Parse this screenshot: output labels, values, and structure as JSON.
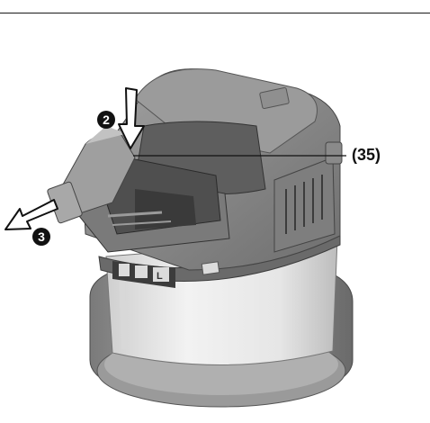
{
  "callout": {
    "label": "(35)"
  },
  "steps": {
    "push_down": "2",
    "pull_out": "3"
  },
  "device": {
    "description_icon": "vacuum-cleaner-illustration",
    "filter_label_text": "L"
  },
  "colors": {
    "body_gray": "#8c8c8c",
    "body_light": "#c4c4c4",
    "body_dark": "#555555",
    "bin_white": "#e9e9e9",
    "ink": "#111111"
  }
}
